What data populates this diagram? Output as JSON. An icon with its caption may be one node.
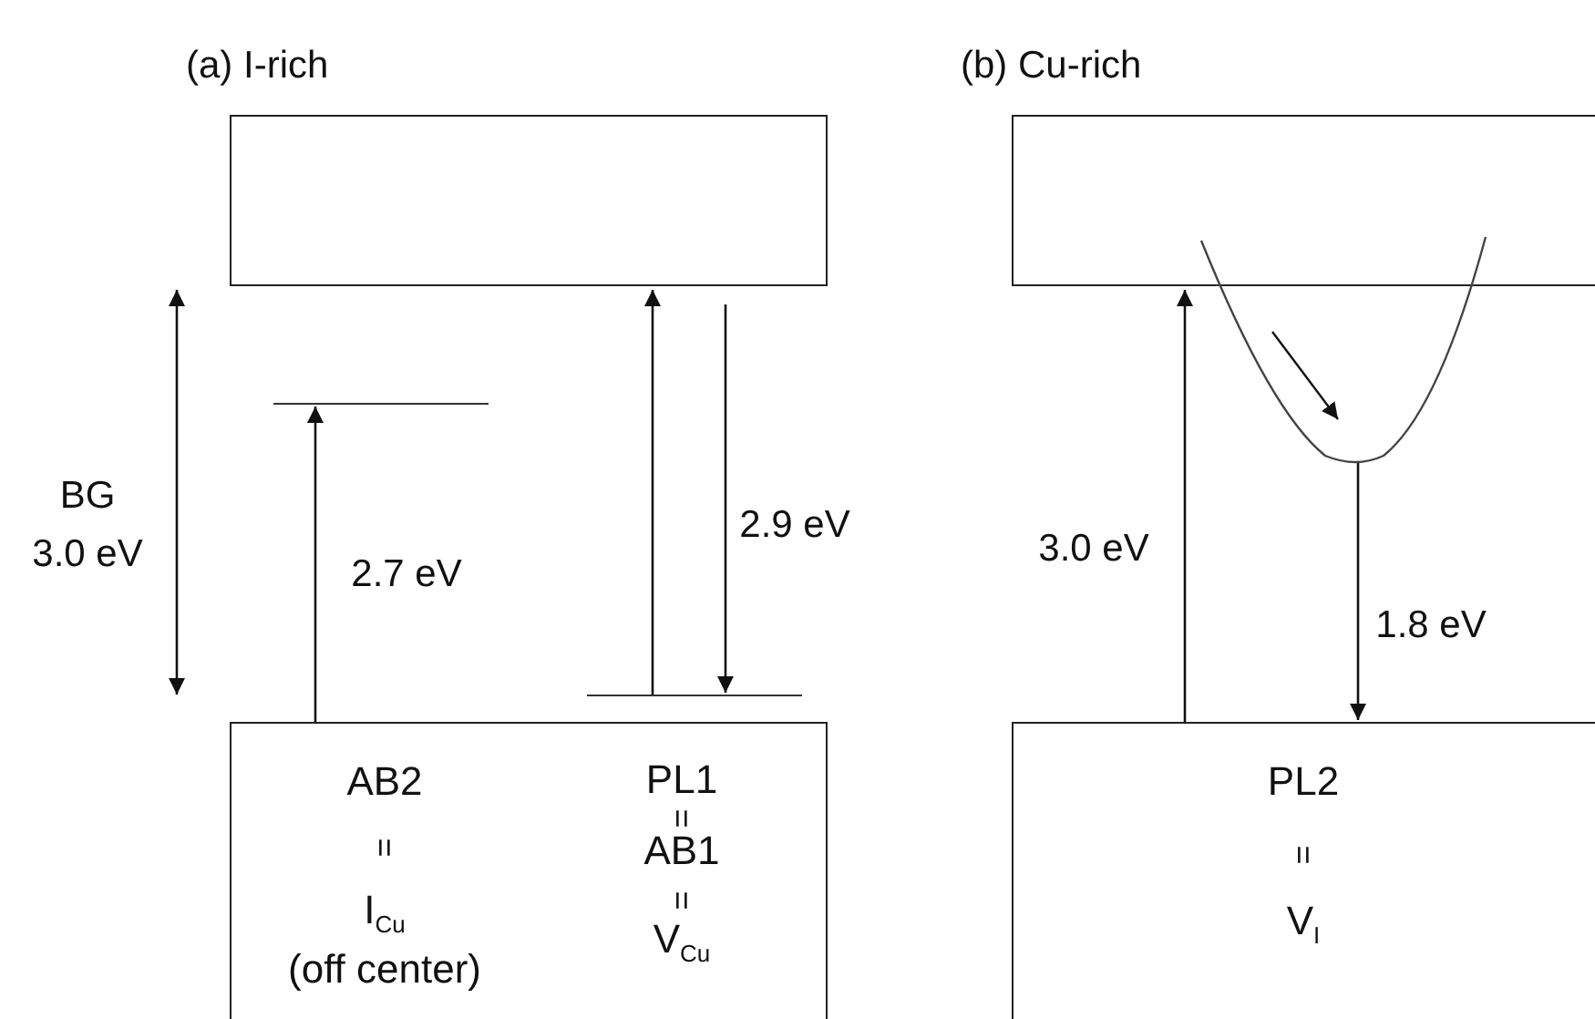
{
  "diagram": {
    "nodes": [
      {
        "text": [],
        "shape": "box"
      },
      {
        "text": [
          "AB2",
          "=",
          "I$_{Cu}$",
          "(off center)",
          "PL1",
          "=",
          "AB1",
          "=",
          "V$_{Cu}$"
        ]
      },
      {
        "text": [],
        "shape": "bar"
      },
      {
        "text": [],
        "shape": "bar"
      },
      {
        "text": [],
        "shape": "box"
      },
      {
        "text": [
          "PL2",
          "=",
          "V$_{I}$"
        ]
      },
      {
        "text": [],
        "shape": "curve"
      }
    ],
    "edges": [
      {
        "from": 1,
        "to": 2,
        "arrow": "to",
        "label": "2.7 eV"
      },
      {
        "from": 3,
        "to": 0,
        "arrow": "to"
      },
      {
        "from": 0,
        "to": 3,
        "arrow": "to",
        "label": "2.9 eV"
      },
      {
        "from": 5,
        "to": 4,
        "arrow": "to",
        "label": "3.0 eV"
      },
      {
        "from": 6,
        "to": 5,
        "arrow": "to",
        "label": "1.8 eV"
      }
    ],
    "labels": [
      "(a) I-rich",
      "(b) Cu-rich",
      "BG",
      "3.0 eV"
    ]
  }
}
